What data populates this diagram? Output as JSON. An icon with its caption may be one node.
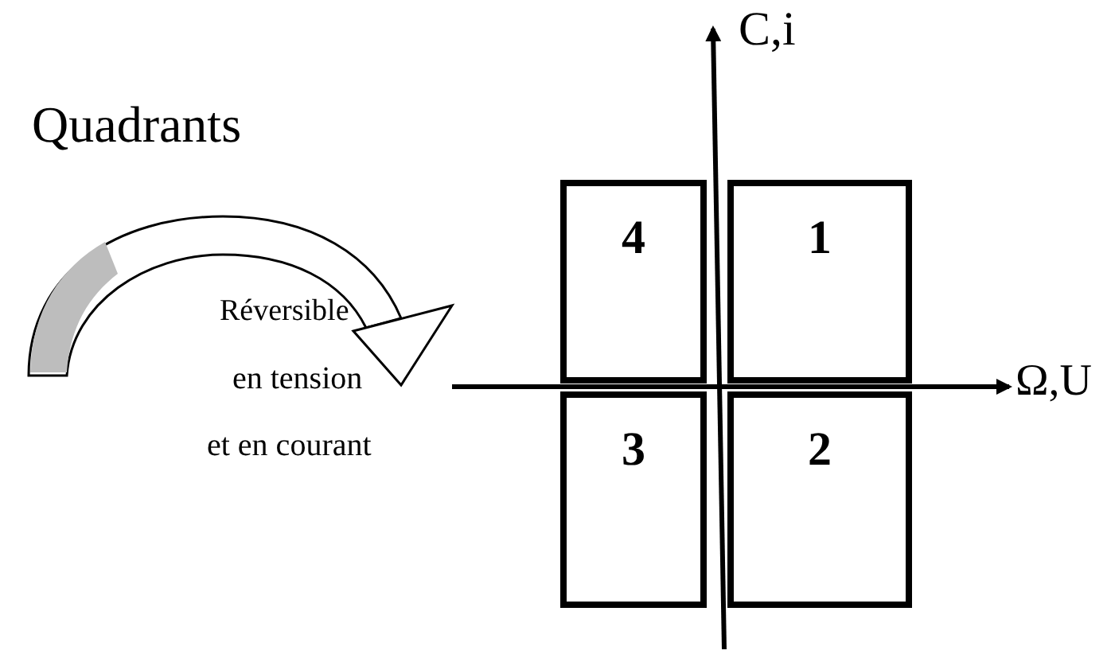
{
  "diagram": {
    "title": "Quadrants",
    "nodes": [
      {
        "text": [
          "4"
        ]
      },
      {
        "text": [
          "1"
        ]
      },
      {
        "text": [
          "3"
        ]
      },
      {
        "text": [
          "2"
        ]
      }
    ],
    "labels": [
      "C,i",
      "Ω,U",
      "Réversible",
      "en tension",
      "et en courant"
    ]
  }
}
